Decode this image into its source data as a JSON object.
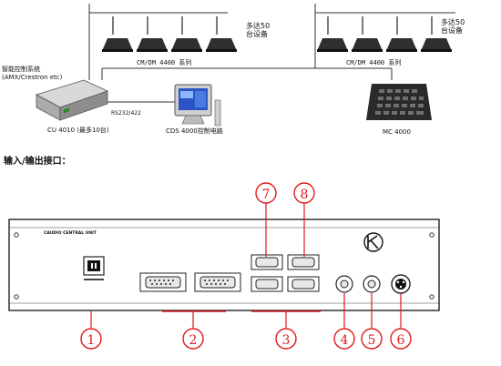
{
  "labels": {
    "more_devices_left": "多达50\n台设备",
    "more_devices_right": "多达50\n台设备",
    "series_left": "CM/DM 4400 系列",
    "series_right": "CM/DM 4400 系列",
    "control_system": "智能控制系统\n(AMX/Crestron etc)",
    "rs_port": "RS232/422",
    "cu_unit": "CU 4010 (最多10台)",
    "pc_label": "CDS 4000控制电脑",
    "mc_label": "MC 4000",
    "section_title": "输入/输出接口：",
    "panel_brand": "CAUDIO CENTRAL UNIT"
  },
  "callouts": [
    "①",
    "②",
    "③",
    "④",
    "⑤",
    "⑥",
    "⑦",
    "⑧"
  ],
  "colors": {
    "callout_red": "#e0191b",
    "device_dark": "#2a2a2a"
  }
}
